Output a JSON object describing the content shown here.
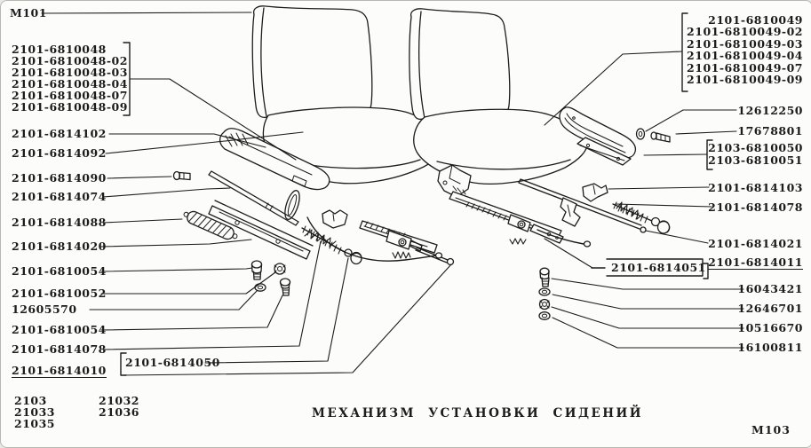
{
  "figure": {
    "caption": "МЕХАНИЗМ УСТАНОВКИ СИДЕНИЙ",
    "figure_ref": "M103",
    "related_figure_ref": "M101"
  },
  "labels": {
    "left": [
      "2101-6810048",
      "2101-6810048-02",
      "2101-6810048-03",
      "2101-6810048-04",
      "2101-6810048-07",
      "2101-6810048-09",
      "2101-6814102",
      "2101-6814092",
      "2101-6814090",
      "2101-6814074",
      "2101-6814088",
      "2101-6814020",
      "2101-6810054",
      "2101-6810052",
      "12605570",
      "2101-6810054",
      "2101-6814078",
      "2101-6814010"
    ],
    "left_boxed": "2101-6814050",
    "right": [
      "2101-6810049",
      "2101-6810049-02",
      "2101-6810049-03",
      "2101-6810049-04",
      "2101-6810049-07",
      "2101-6810049-09",
      "12612250",
      "17678801",
      "2103-6810050",
      "2103-6810051",
      "2101-6814103",
      "2101-6814078",
      "2101-6814021",
      "2101-6814011",
      "16043421",
      "12646701",
      "10516670",
      "16100811"
    ],
    "right_boxed": "2101-6814051"
  },
  "models": {
    "col1": [
      "2103",
      "21033",
      "21035"
    ],
    "col2": [
      "21032",
      "21036"
    ]
  },
  "ink_color": "#1c1c1c"
}
